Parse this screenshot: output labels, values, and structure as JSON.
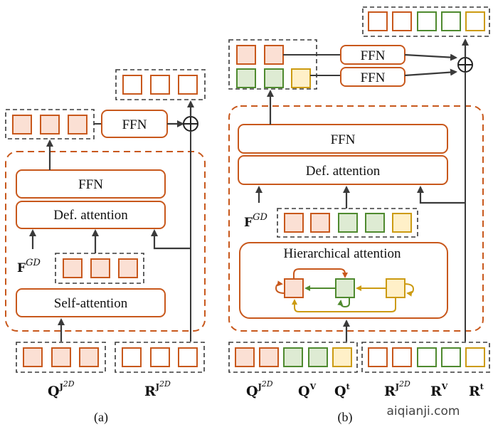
{
  "colors": {
    "orange": "#c8581c",
    "orange_fill": "#fbe0d4",
    "green": "#4f8a2f",
    "green_fill": "#deebd3",
    "yellow": "#cc9b12",
    "yellow_fill": "#fff0c8",
    "dark": "#3a3a3a",
    "dash_orange": "#c8581c"
  },
  "panel_a": {
    "caption": "(a)",
    "blocks": {
      "ffn_top": "FFN",
      "ffn": "FFN",
      "def_attention": "Def. attention",
      "self_attention": "Self-attention"
    },
    "feature_label": {
      "base": "F",
      "sup": "GD"
    },
    "input_labels": [
      {
        "base": "Q",
        "sup_bold": "J",
        "sup": "2D"
      },
      {
        "base": "R",
        "sup_bold": "J",
        "sup": "2D"
      }
    ]
  },
  "panel_b": {
    "caption": "(b)",
    "blocks": {
      "ffn_top_1": "FFN",
      "ffn_top_2": "FFN",
      "ffn": "FFN",
      "def_attention": "Def. attention",
      "hierarchical_attention": "Hierarchical attention"
    },
    "feature_label": {
      "base": "F",
      "sup": "GD"
    },
    "input_labels": [
      {
        "base": "Q",
        "sup_bold": "J",
        "sup": "2D"
      },
      {
        "base": "Q",
        "sup_bold": "V",
        "sup": ""
      },
      {
        "base": "Q",
        "sup_bold": "t",
        "sup": ""
      },
      {
        "base": "R",
        "sup_bold": "J",
        "sup": "2D"
      },
      {
        "base": "R",
        "sup_bold": "V",
        "sup": ""
      },
      {
        "base": "R",
        "sup_bold": "t",
        "sup": ""
      }
    ]
  },
  "watermark": "aiqianji.com"
}
